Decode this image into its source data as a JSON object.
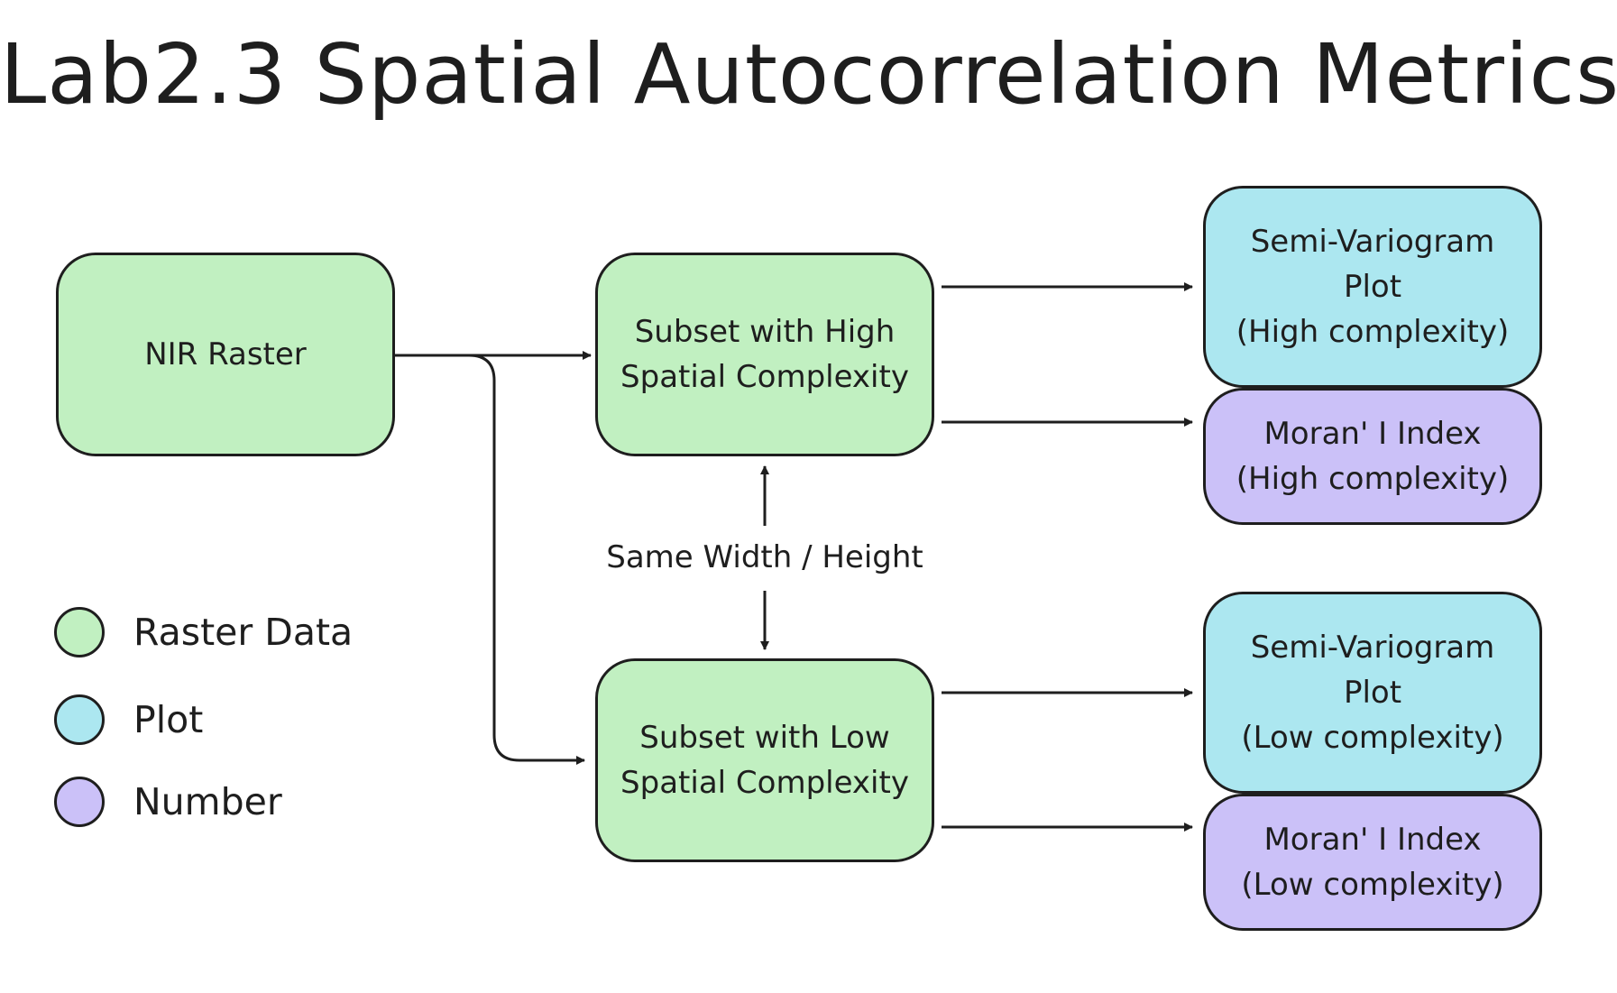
{
  "title": "Lab2.3 Spatial Autocorrelation Metrics",
  "colors": {
    "raster": "#c1f0c1",
    "plot": "#ace7f0",
    "number": "#cbc1f8",
    "stroke": "#1e1e1e"
  },
  "nodes": {
    "nir_raster": {
      "lines": [
        "NIR Raster"
      ]
    },
    "subset_high": {
      "lines": [
        "Subset with High",
        "Spatial Complexity"
      ]
    },
    "subset_low": {
      "lines": [
        "Subset with Low",
        "Spatial Complexity"
      ]
    },
    "semivariogram_high": {
      "lines": [
        "Semi-Variogram",
        "Plot",
        "(High complexity)"
      ]
    },
    "moran_high": {
      "lines": [
        "Moran' I Index",
        "(High complexity)"
      ]
    },
    "semivariogram_low": {
      "lines": [
        "Semi-Variogram",
        "Plot",
        "(Low complexity)"
      ]
    },
    "moran_low": {
      "lines": [
        "Moran' I Index",
        "(Low complexity)"
      ]
    }
  },
  "edge_label": "Same Width / Height",
  "legend": [
    {
      "label": "Raster Data",
      "color": "#c1f0c1"
    },
    {
      "label": "Plot",
      "color": "#ace7f0"
    },
    {
      "label": "Number",
      "color": "#cbc1f8"
    }
  ]
}
